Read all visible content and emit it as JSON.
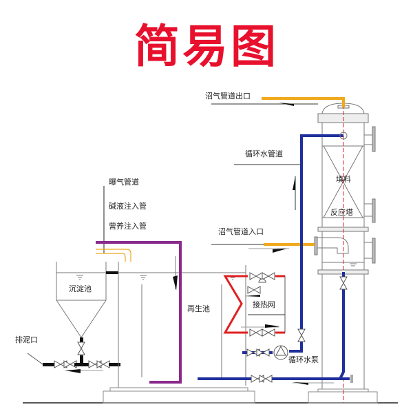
{
  "title": "简易图",
  "labels": {
    "biogas_outlet": "沼气管道出口",
    "circulating_water_pipe": "循环水管道",
    "packing": "填料",
    "reaction_tower": "反应塔",
    "biogas_inlet": "沼气管道入口",
    "aeration_pipe": "曝气管道",
    "alkali_injection": "碱液注入管",
    "nutrient_injection": "营养注入管",
    "settling_tank": "沉淀池",
    "sludge_outlet": "排泥口",
    "regeneration_tank": "再生池",
    "heat_network": "接热网",
    "circulating_pump": "循环水泵"
  },
  "colors": {
    "title": "#e8112d",
    "biogas_pipe": "#f0a81c",
    "water_pipe": "#1f2f9c",
    "dosing_pipe": "#8a2a8c",
    "heat_pipe": "#e02020",
    "centerline": "#e02020",
    "sludge_pipe": "#111111"
  }
}
